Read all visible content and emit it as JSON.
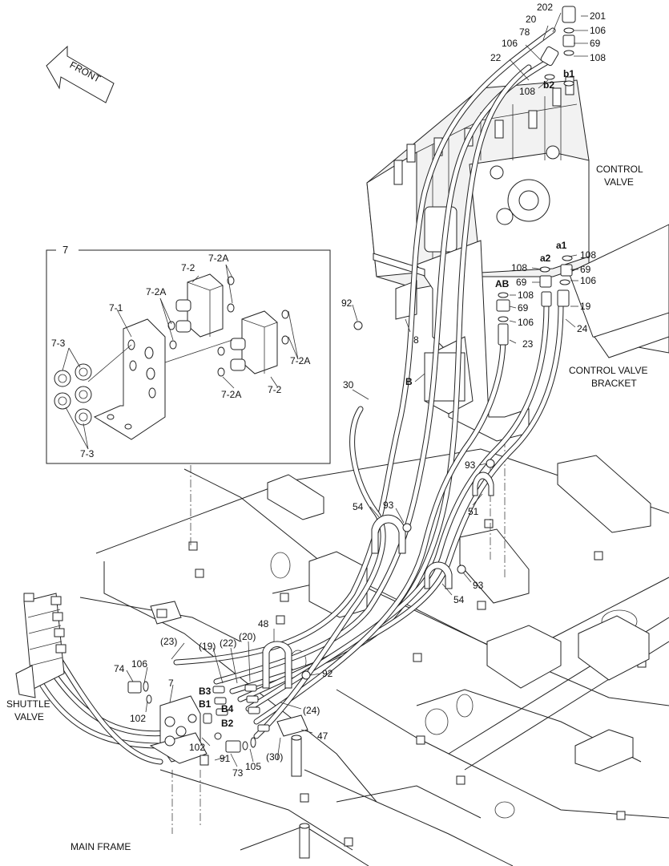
{
  "labels": {
    "front": "FRONT",
    "control_valve": [
      "CONTROL",
      "VALVE"
    ],
    "control_valve_bracket": [
      "CONTROL VALVE",
      "BRACKET"
    ],
    "shuttle_valve": [
      "SHUTTLE",
      "VALVE"
    ],
    "main_frame": "MAIN FRAME",
    "inset_number": "7"
  },
  "callouts": {
    "c202": "202",
    "c201": "201",
    "c20": "20",
    "c78": "78",
    "c106a": "106",
    "c69a": "69",
    "c106b": "106",
    "c108a": "108",
    "c22": "22",
    "c108b": "108",
    "b2": "b2",
    "b1": "b1",
    "a1": "a1",
    "c108c": "108",
    "a2": "a2",
    "c108d": "108",
    "c69b": "69",
    "AB": "AB",
    "c69c": "69",
    "c106c": "106",
    "c108e": "108",
    "c69d": "69",
    "c19": "19",
    "c106d": "106",
    "c24": "24",
    "c23": "23",
    "c92a": "92",
    "c8": "8",
    "B": "B",
    "c30": "30",
    "c93a": "93",
    "c51": "51",
    "c54a": "54",
    "c93b": "93",
    "c93c": "93",
    "c54b": "54",
    "c48": "48",
    "p23": "(23)",
    "p19": "(19)",
    "p22": "(22)",
    "p20": "(20)",
    "c74": "74",
    "c106e": "106",
    "c7": "7",
    "c92b": "92",
    "B3": "B3",
    "B1": "B1",
    "B4": "B4",
    "p24": "(24)",
    "c102a": "102",
    "c102b": "102",
    "B2": "B2",
    "c47": "47",
    "c91": "91",
    "c73": "73",
    "c105": "105",
    "p30": "(30)"
  },
  "inset": {
    "i72a": "7-2",
    "i72Aa": "7-2A",
    "i72Ab": "7-2A",
    "i71": "7-1",
    "i73a": "7-3",
    "i72Ac": "7-2A",
    "i72Ad": "7-2A",
    "i72b": "7-2",
    "i73b": "7-3"
  }
}
